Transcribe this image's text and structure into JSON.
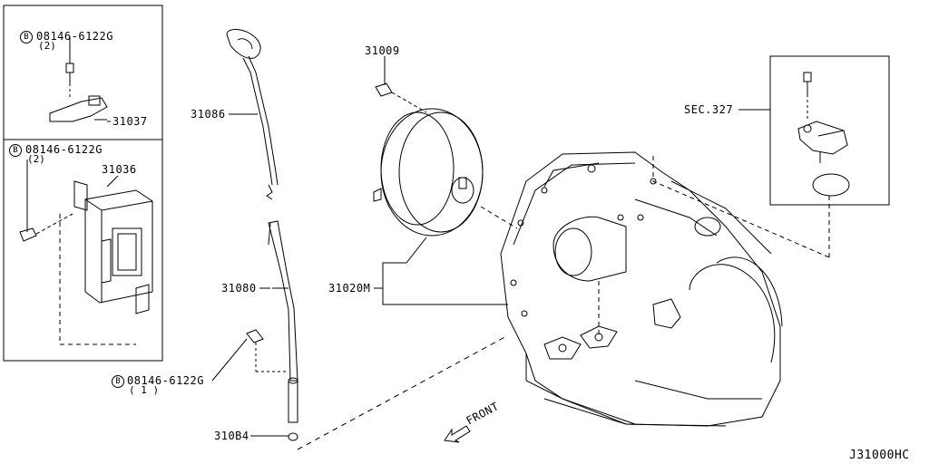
{
  "diagram_id": "J31000HC",
  "bolt_label_marker": "B",
  "parts": {
    "bolt_top": {
      "number": "08146-6122G",
      "qty": "(2)"
    },
    "sensor": {
      "number": "31037"
    },
    "bolt_mid": {
      "number": "08146-6122G",
      "qty": "(2)"
    },
    "control_unit": {
      "number": "31036"
    },
    "dipstick": {
      "number": "31086"
    },
    "charging_pipe": {
      "number": "31080"
    },
    "bolt_bottom": {
      "number": "08146-6122G",
      "qty": "( 1 )"
    },
    "o_ring": {
      "number": "310B4"
    },
    "bolt_converter": {
      "number": "31009"
    },
    "transmission_assy": {
      "number": "31020M"
    },
    "section_ref": {
      "number": "SEC.327"
    }
  },
  "front_label": "FRONT"
}
